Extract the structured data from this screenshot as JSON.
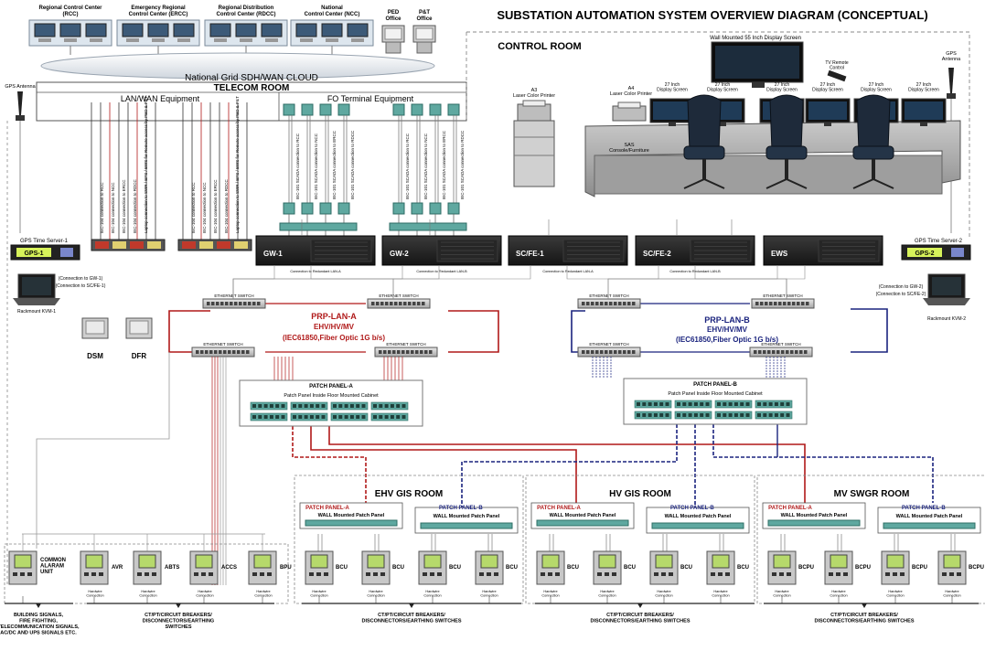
{
  "title": "SUBSTATION AUTOMATION SYSTEM OVERVIEW DIAGRAM (CONCEPTUAL)",
  "control_centers": [
    {
      "label": "Regional Control Center\n(RCC)"
    },
    {
      "label": "Emergency Regional\nControl Center (ERCC)"
    },
    {
      "label": "Regional Distribution\nControl Center (RDCC)"
    },
    {
      "label": "National\nControl Center (NCC)"
    }
  ],
  "offices": [
    {
      "label": "PED\nOffice"
    },
    {
      "label": "P&T\nOffice"
    }
  ],
  "wan_cloud": "National Grid SDH/WAN CLOUD",
  "telecom_room": {
    "title": "TELECOM ROOM",
    "lan_wan": "LAN/WAN Equipment",
    "fo_terminal": "FO Terminal Equipment"
  },
  "gps_antenna_left": "GPS Antenna",
  "gps_antenna_right": "GPS\nAntenna",
  "lan_wan_connections": [
    "IEC-104 connection to RCC",
    "IEC-104 connection to NCC",
    "IEC-104 connection to ERCC",
    "IEC-104 connection to RDCC",
    "Laptop connection to SWR / EPS / EWS for Remote access by PED & P&T"
  ],
  "lan_wan_connections_b": [
    "IEC-104 connection to RCC",
    "IEC-104 connection to NCC",
    "IEC-104 connection to ERCC",
    "IEC-104 connection to RDCC",
    "Laptop connection to SWR / EPS / EWS for Remote access by PED & P&T"
  ],
  "fo_connections": [
    "IEC-101 SCADA connection to RCC",
    "IEC-101 SCADA connection to NCC",
    "IEC-101 SCADA connection to ERCC",
    "IEC-101 SCADA connection to RDCC"
  ],
  "fo_connections_b": [
    "IEC-101 SCADA connection to RCC",
    "IEC-101 SCADA connection to NCC",
    "IEC-101 SCADA connection to ERCC",
    "IEC-101 SCADA connection to RDCC"
  ],
  "control_room": {
    "title": "CONTROL  ROOM",
    "wall_display": "Wall Mounted 55 Inch Display Screen",
    "remote_control": "TV Remote\nControl",
    "printer_a3": "A3\nLaser Color Printer",
    "printer_a4": "A4\nLaser Color Printer",
    "console": "SAS\nConsole/Furniture",
    "displays": [
      "27 Inch\nDisplay Screen",
      "27 Inch\nDisplay Screen",
      "27 Inch\nDisplay Screen",
      "27 Inch\nDisplay Screen",
      "27 Inch\nDisplay Screen",
      "27 Inch\nDisplay Screen"
    ]
  },
  "gps_left": {
    "caption": "GPS Time Server-1",
    "label": "GPS-1"
  },
  "gps_right": {
    "caption": "GPS Time Server-2",
    "label": "GPS-2"
  },
  "servers": [
    {
      "label": "GW-1"
    },
    {
      "label": "GW-2"
    },
    {
      "label": "SC/FE-1"
    },
    {
      "label": "SC/FE-2"
    },
    {
      "label": "EWS"
    }
  ],
  "server_notes": [
    "Connection to Redundant LAN-A",
    "Connection to Redundant LAN-B",
    "Connection to Redundant LAN-A",
    "Connection to Redundant LAN-B"
  ],
  "kvm_left": {
    "label": "Rackmount KVM-1",
    "note1": "(Connection to GW-1)",
    "note2": "(Connection to SC/FE-1)"
  },
  "kvm_right": {
    "label": "Rackmount KVM-2",
    "note1": "(Connection to GW-2)",
    "note2": "(Connection to SC/FE-2)"
  },
  "dsm": "DSM",
  "dfr": "DFR",
  "switch_label": "ETHERNET SWITCH",
  "lan_a": {
    "name": "PRP-LAN-A",
    "sub": "EHV/HV/MV",
    "spec": "(IEC61850,Fiber Optic  1G b/s)"
  },
  "lan_b": {
    "name": "PRP-LAN-B",
    "sub": "EHV/HV/MV",
    "spec": "(IEC61850,Fiber Optic  1G b/s)"
  },
  "patch_a": {
    "title": "PATCH PANEL-A",
    "sub": "Patch Panel Inside Floor Mounted Cabinet"
  },
  "patch_b": {
    "title": "PATCH PANEL-B",
    "sub": "Patch Panel Inside Floor Mounted Cabinet"
  },
  "rooms": [
    {
      "title": "EHV  GIS ROOM",
      "pa": "PATCH PANEL-A",
      "pb": "PATCH PANEL-B",
      "wall": "WALL Mounted Patch Panel",
      "units": [
        "BCU",
        "BCU",
        "BCU",
        "BCU"
      ]
    },
    {
      "title": "HV  GIS ROOM",
      "pa": "PATCH PANEL-A",
      "pb": "PATCH PANEL-B",
      "wall": "WALL Mounted Patch Panel",
      "units": [
        "BCU",
        "BCU",
        "BCU",
        "BCU"
      ]
    },
    {
      "title": "MV SWGR ROOM",
      "pa": "PATCH PANEL-A",
      "pb": "PATCH PANEL-B",
      "wall": "WALL Mounted Patch Panel",
      "units": [
        "BCPU",
        "BCPU",
        "BCPU",
        "BCPU"
      ]
    }
  ],
  "left_units": [
    "COMMON\nALARAM\nUNIT",
    "AVR",
    "ABTS",
    "ACCS",
    "BPU"
  ],
  "hardwire": "Hardwire\nConnection",
  "bottom_labels": [
    "BUILDING SIGNALS,\nFIRE FIGHTING,\nTELECOMMUNICATION SIGNALS,\nAC/DC AND UPS SIGNALS ETC.",
    "CT/PT/CIRCUIT BREAKERS/\nDISCONNECTORS/EARTHING\nSWITCHES",
    "CT/PT/CIRCUIT BREAKERS/\nDISCONNECTORS/EARTHING SWITCHES",
    "CT/PT/CIRCUIT BREAKERS/\nDISCONNECTORS/EARTHING SWITCHES",
    "CT/PT/CIRCUIT BREAKERS/\nDISCONNECTORS/EARTHING SWITCHES"
  ],
  "colors": {
    "lan_a": "#b01919",
    "lan_b": "#1a237e",
    "gray_line": "#8a8a8a",
    "teal": "#5fa8a0"
  }
}
